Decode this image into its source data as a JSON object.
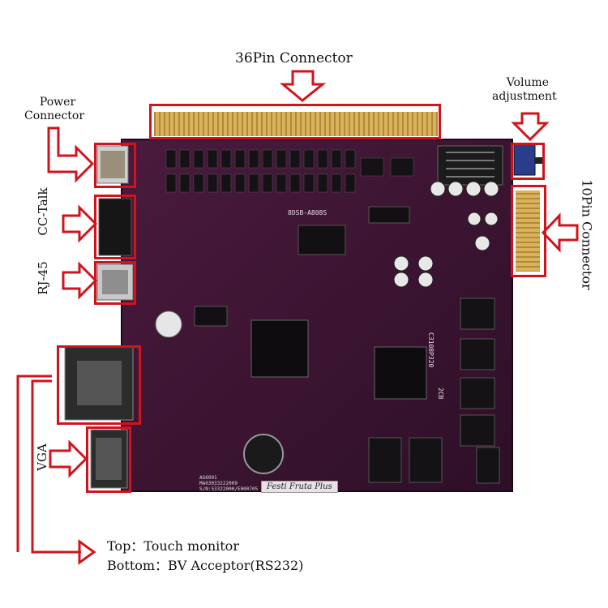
{
  "labels": {
    "top_connector": "36Pin Connector",
    "power_line1": "Power",
    "power_line2": "Connector",
    "volume_line1": "Volume",
    "volume_line2": "adjustment",
    "ten_pin": "10Pin Connector",
    "cc_talk": "CC-Talk",
    "rj45": "RJ-45",
    "vga": "VGA",
    "bottom_line1": "Top：Touch monitor",
    "bottom_line2": "Bottom：BV Acceptor(RS232)"
  },
  "board": {
    "brand": "Festi Fruta Plus",
    "code1": "8DSB-A808S",
    "code2": "C3108P320",
    "code3": "2CB",
    "print_lines": [
      "AG6001",
      "MA03033222009",
      "S/N:53322000/E000705"
    ]
  },
  "colors": {
    "accent": "#d0141d",
    "pcb": "#3a1330",
    "gold": "#d8b15a"
  }
}
